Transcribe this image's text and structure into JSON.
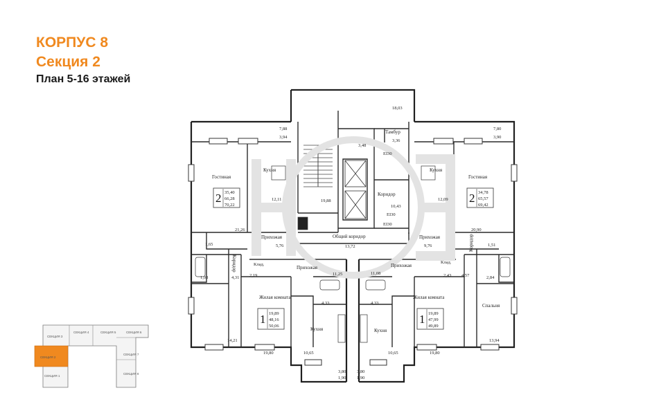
{
  "header": {
    "building": "КОРПУС 8",
    "section": "Секция 2",
    "plan": "План 5-16 этажей"
  },
  "rooms": {
    "living_left": "Гостиная",
    "kitchen_left": "Кухня",
    "hall_left": "Прихожая",
    "corridor_left": "Коридор",
    "storage_left": "Клад.",
    "hall_left2": "Прихожая",
    "bedroom_left": "Жилая комната",
    "kitchen_left2": "Кухня",
    "vestibule": "Тамбур",
    "corridor_center": "Коридор",
    "common_corridor": "Общий коридор",
    "kitchen_right": "Кухня",
    "living_right": "Гостиная",
    "hall_right": "Прихожая",
    "corridor_right": "Коридор",
    "storage_right": "Клад.",
    "hall_right2": "Прихожая",
    "bedroom_right": "Жилая комната",
    "kitchen_right2": "Кухня",
    "bedroom_right2": "Спальня"
  },
  "doors": {
    "ei_1": "EI30",
    "ei_2": "EI30",
    "ei_3": "EI30"
  },
  "areas": {
    "a1": "7,88",
    "a2": "3,94",
    "a3": "12,11",
    "a4": "21,26",
    "a5": "1,65",
    "a6": "5,76",
    "a7": "1,08",
    "a8": "4,31",
    "a9": "2,19",
    "a10": "14,21",
    "a11": "19,80",
    "a12": "10,65",
    "a13": "3,80",
    "a14": "1,90",
    "a15": "11,25",
    "a16": "4,33",
    "a17": "3,48",
    "a18": "19,88",
    "a19": "18,03",
    "a20": "3,36",
    "a21": "10,43",
    "a22": "13,72",
    "a23": "11,08",
    "a24": "4,33",
    "a25": "10,65",
    "a26": "3,80",
    "a27": "1,90",
    "a28": "7,80",
    "a29": "3,90",
    "a30": "12,09",
    "a31": "20,90",
    "a32": "9,76",
    "a33": "1,51",
    "a34": "4,57",
    "a35": "2,43",
    "a36": "2,84",
    "a37": "13,94",
    "a38": "19,80"
  },
  "apartments": [
    {
      "rooms": "2",
      "v1": "35,40",
      "v2": "66,28",
      "v3": "70,22"
    },
    {
      "rooms": "2",
      "v1": "34,78",
      "v2": "65,57",
      "v3": "69,42"
    },
    {
      "rooms": "1",
      "v1": "19,89",
      "v2": "48,16",
      "v3": "50,06"
    },
    {
      "rooms": "1",
      "v1": "19,89",
      "v2": "47,99",
      "v3": "49,89"
    }
  ],
  "keyplan": {
    "s1": "СЕКЦИЯ 1",
    "s2": "СЕКЦИЯ 2",
    "s3": "СЕКЦИЯ 3",
    "s4": "СЕКЦИЯ 4",
    "s5": "СЕКЦИЯ 5",
    "s6": "СЕКЦИЯ 6",
    "s7": "СЕКЦИЯ 7",
    "s8": "СЕКЦИЯ 8"
  },
  "colors": {
    "accent": "#f0891f",
    "wall": "#1f1f1f",
    "highlight": "#f0891f"
  }
}
